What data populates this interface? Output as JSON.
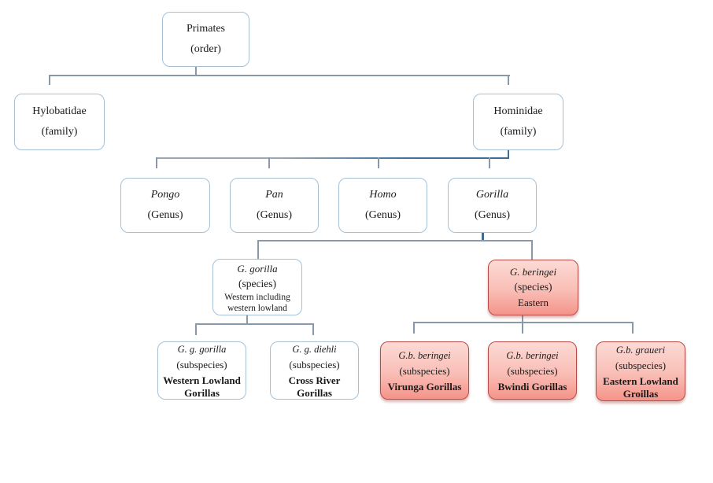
{
  "diagram": {
    "description": "Primate taxonomy tree diagram",
    "colors": {
      "connector": "#8a99a8",
      "connector_dark": "#3e6c92",
      "white_node_border": "#a6c1d6",
      "white_node_fill": "#ffffff",
      "pink_node_border": "#b94a45",
      "pink_gradient_top": "#fcdad5",
      "pink_gradient_bottom": "#f5948a",
      "text": "#1a1a1a"
    },
    "nodes": {
      "primates": {
        "name": "Primates",
        "rank": "(order)"
      },
      "hylobatidae": {
        "name": "Hylobatidae",
        "rank": "(family)"
      },
      "hominidae": {
        "name": "Hominidae",
        "rank": "(family)"
      },
      "pongo": {
        "name": "Pongo",
        "rank": "(Genus)"
      },
      "pan": {
        "name": "Pan",
        "rank": "(Genus)"
      },
      "homo": {
        "name": "Homo",
        "rank": "(Genus)"
      },
      "gorilla": {
        "name": "Gorilla",
        "rank": "(Genus)"
      },
      "g_gorilla": {
        "name": "G. gorilla",
        "rank": "(species)",
        "common": "Western including western lowland"
      },
      "g_beringei": {
        "name": "G. beringei",
        "rank": "(species)",
        "common": "Eastern"
      },
      "gg_gorilla": {
        "name": "G. g. gorilla",
        "rank": "(subspecies)",
        "common": "Western Lowland Gorillas"
      },
      "gg_diehli": {
        "name": "G. g. diehli",
        "rank": "(subspecies)",
        "common": "Cross River Gorillas"
      },
      "gb_beringei_virunga": {
        "name": "G.b. beringei",
        "rank": "(subspecies)",
        "common": "Virunga Gorillas"
      },
      "gb_beringei_bwindi": {
        "name": "G.b. beringei",
        "rank": "(subspecies)",
        "common": "Bwindi Gorillas"
      },
      "gb_graueri": {
        "name": "G.b. graueri",
        "rank": "(subspecies)",
        "common": "Eastern Lowland Groillas"
      }
    },
    "edges": [
      [
        "primates",
        "hylobatidae"
      ],
      [
        "primates",
        "hominidae"
      ],
      [
        "hominidae",
        "pongo"
      ],
      [
        "hominidae",
        "pan"
      ],
      [
        "hominidae",
        "homo"
      ],
      [
        "hominidae",
        "gorilla"
      ],
      [
        "gorilla",
        "g_gorilla"
      ],
      [
        "gorilla",
        "g_beringei"
      ],
      [
        "g_gorilla",
        "gg_gorilla"
      ],
      [
        "g_gorilla",
        "gg_diehli"
      ],
      [
        "g_beringei",
        "gb_beringei_virunga"
      ],
      [
        "g_beringei",
        "gb_beringei_bwindi"
      ],
      [
        "g_beringei",
        "gb_graueri"
      ]
    ]
  }
}
